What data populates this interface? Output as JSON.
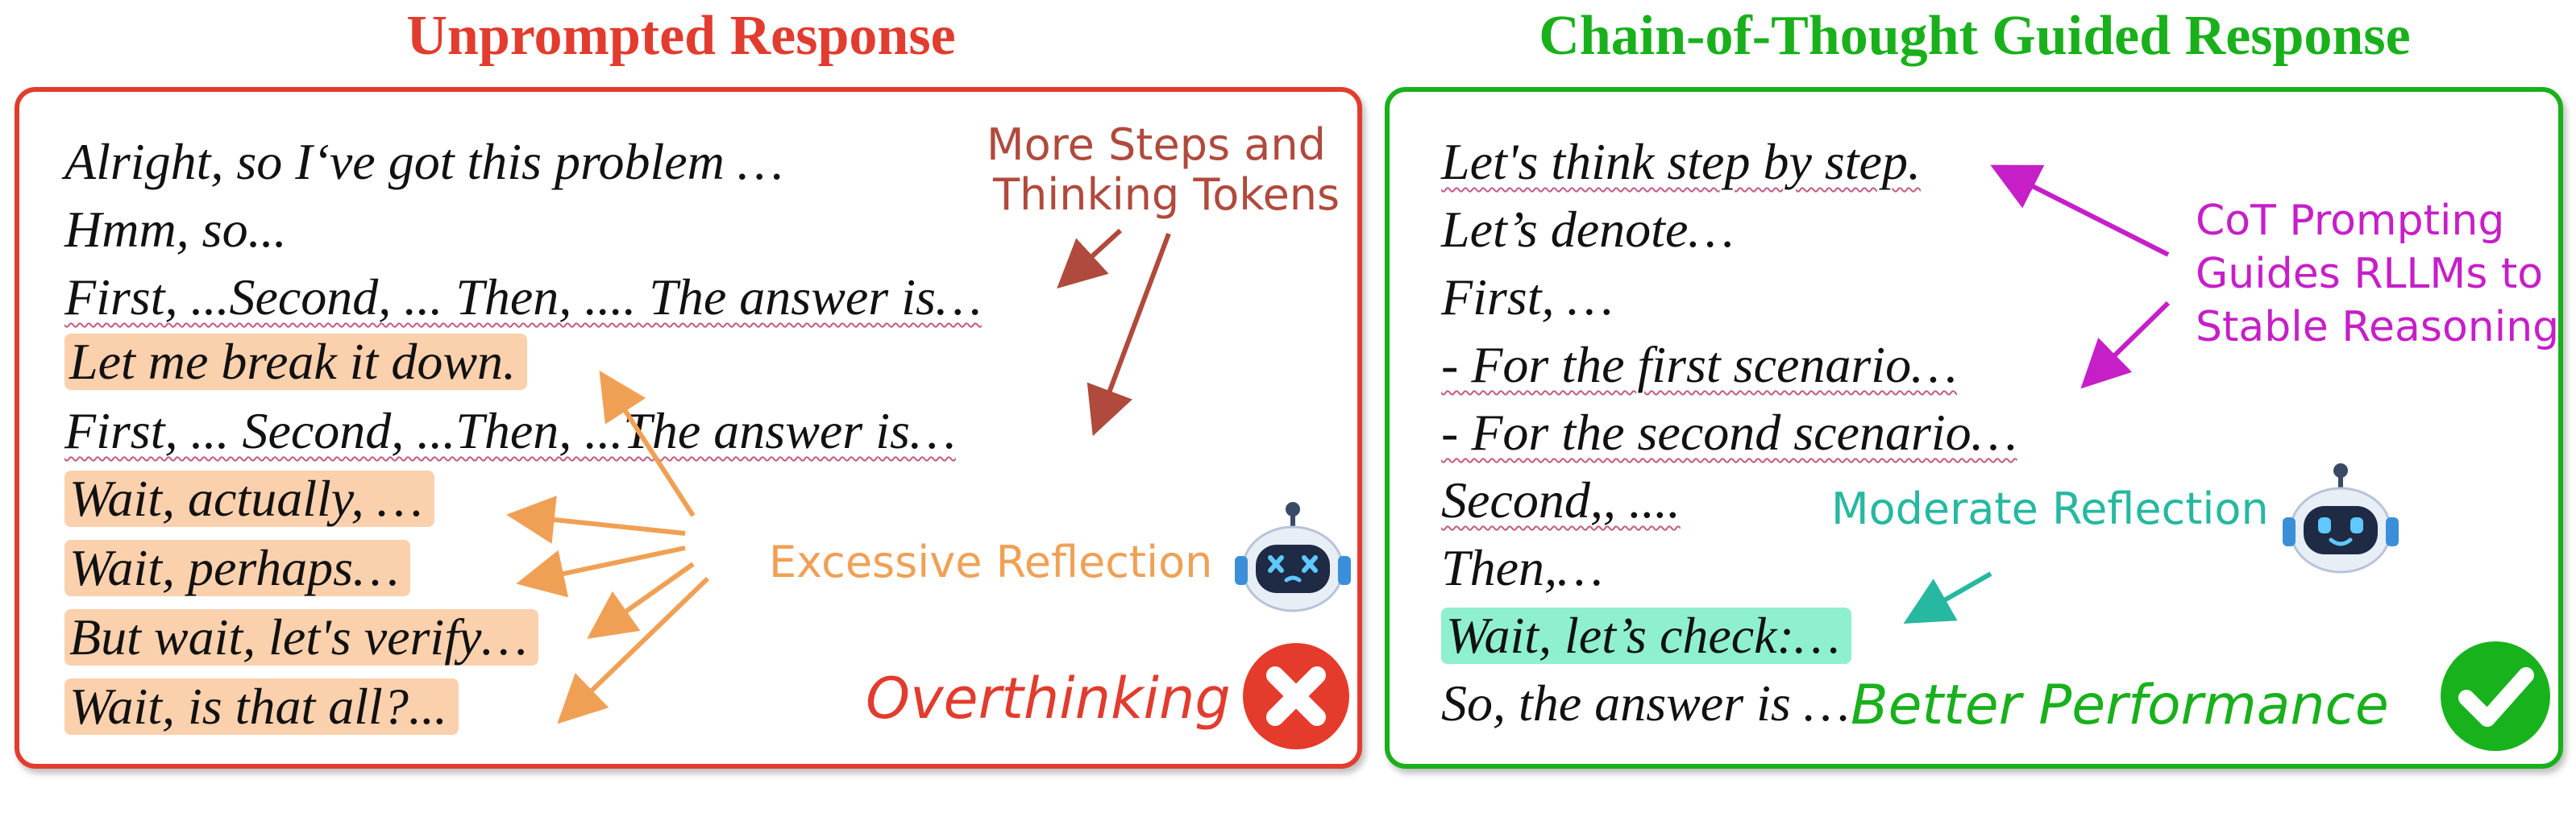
{
  "left": {
    "title": "Unprompted Response",
    "lines": [
      "Alright, so I‘ve got this problem …",
      "Hmm, so...",
      "First, ...Second, ... Then, .... The answer is…",
      "Let me break it down.",
      "First, ... Second, ...Then, ...The answer is…",
      "Wait, actually, …",
      "Wait, perhaps…",
      "But wait, let's verify…",
      "Wait, is that all?..."
    ],
    "note_top_1": "More Steps and",
    "note_top_2": "Thinking Tokens",
    "note_mid": "Excessive Reflection",
    "verdict": "Overthinking",
    "verdict_icon": "cross-icon",
    "robot_icon": "dizzy-robot-icon",
    "colors": {
      "accent": "#e23c2f",
      "highlight": "#fbd0ad",
      "arrow": "#f0a055",
      "note": "#b04a3c"
    }
  },
  "right": {
    "title": "Chain-of-Thought Guided Response",
    "lines": [
      "Let's think step by step.",
      "Let’s denote…",
      "First,  …",
      "  - For the first scenario…",
      "  - For the second scenario…",
      "Second,, ....",
      "Then,…",
      "Wait, let’s check:…",
      "So, the answer is …"
    ],
    "note_top_1": "CoT Prompting",
    "note_top_2": "Guides RLLMs to",
    "note_top_3": "Stable Reasoning",
    "note_mid": "Moderate Reflection",
    "verdict": "Better Performance",
    "verdict_icon": "check-icon",
    "robot_icon": "happy-robot-icon",
    "colors": {
      "accent": "#19b01c",
      "highlight": "#8ef0cf",
      "arrow": "#c61fc8",
      "note": "#26b8a0"
    }
  }
}
